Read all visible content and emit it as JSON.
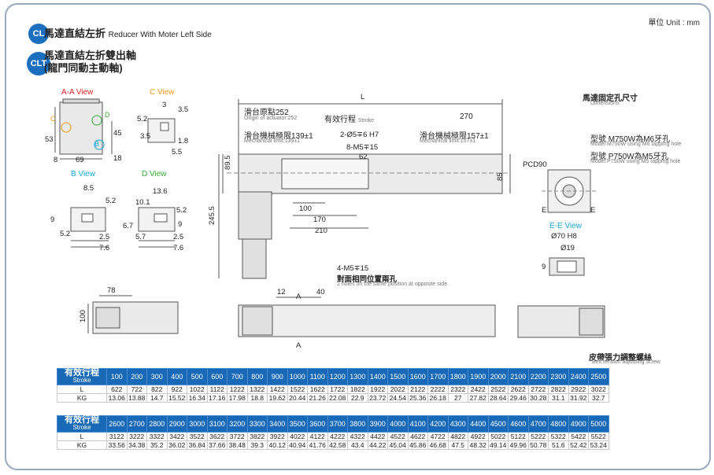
{
  "unit_label": "單位 Unit : mm",
  "cl": {
    "badge": "CL",
    "title": "馬達直結左折",
    "title_en": "Reducer With Moter Left Side"
  },
  "clt": {
    "badge": "CLT",
    "title_line1": "馬達直結左折雙出軸",
    "title_line2": "(龍門同動主動軸)"
  },
  "views": {
    "aa": "A-A View",
    "c": "C View",
    "b": "B View",
    "d": "D View",
    "ee": "E-E View"
  },
  "view_letters": {
    "c": "C",
    "d": "D",
    "b": "B"
  },
  "aa_dims": {
    "d53": "53",
    "d8": "8",
    "d69": "69",
    "d45": "45",
    "d18": "18"
  },
  "c_dims": {
    "d3": "3",
    "d35": "3.5",
    "d52": "5.2",
    "d35b": "3.5",
    "d18": "1.8",
    "d55": "5.5"
  },
  "b_dims": {
    "d85": "8.5",
    "d52": "5.2",
    "d9": "9",
    "d52b": "5.2",
    "d25": "2.5",
    "d76": "7.6"
  },
  "d_dims": {
    "d136": "13.6",
    "d101": "10.1",
    "d52": "5.2",
    "d67": "6.7",
    "d9": "9",
    "d57": "5.7",
    "d25": "2.5",
    "d76": "7.6"
  },
  "main_dims": {
    "L": "L",
    "origin": "滑台原點252",
    "origin_en": "Origin of actuator:252",
    "stroke": "有效行程",
    "stroke_en": "Stroke",
    "d270": "270",
    "mech1": "滑台機械極限139±1",
    "mech1_en": "Mechanical limit:139±1",
    "mech2": "滑台機械極限157±1",
    "mech2_en": "Mechanical limit:157±1",
    "pin": "2-Ø5∓6 H7",
    "screw": "8-M5∓15",
    "d62": "62",
    "d895": "89.5",
    "d2455": "245.5",
    "d85": "85",
    "d100": "100",
    "d170": "170",
    "d210": "210"
  },
  "fix_hole": {
    "title": "馬達固定孔尺寸",
    "title_en": "Dimensions",
    "m750w": "型號 M750W為M6牙孔",
    "m750w_en": "Model M750W using M6 tapping hole",
    "p750w": "型號 P750W為M5牙孔",
    "p750w_en": "Model P750W using M5 tapping hole",
    "pcd": "PCD90",
    "e1": "E",
    "e2": "E"
  },
  "ee": {
    "d70": "Ø70 H8",
    "d19": "Ø19",
    "d9": "9"
  },
  "bottom": {
    "d78": "78",
    "d100": "100",
    "d12": "12",
    "d40": "40",
    "a1": "A",
    "a2": "A",
    "holes": "4-M5∓15",
    "holes2": "對面相同位置兩孔",
    "holes_en": "2 holes on the same position at opposite side.",
    "belt": "皮帶張力調整螺絲",
    "belt_en": "Belt tension adjusting screw"
  },
  "table": {
    "header_label": "有效行程",
    "header_en": "Stroke",
    "row_L": "L",
    "row_KG": "KG",
    "part1": {
      "stroke": [
        "100",
        "200",
        "300",
        "400",
        "500",
        "600",
        "700",
        "800",
        "900",
        "1000",
        "1100",
        "1200",
        "1300",
        "1400",
        "1500",
        "1600",
        "1700",
        "1800",
        "1900",
        "2000",
        "2100",
        "2200",
        "2300",
        "2400",
        "2500"
      ],
      "L": [
        "622",
        "722",
        "822",
        "922",
        "1022",
        "1122",
        "1222",
        "1322",
        "1422",
        "1522",
        "1622",
        "1722",
        "1822",
        "1922",
        "2022",
        "2122",
        "2222",
        "2322",
        "2422",
        "2522",
        "2622",
        "2722",
        "2822",
        "2922",
        "3022"
      ],
      "KG": [
        "13.06",
        "13.88",
        "14.7",
        "15.52",
        "16.34",
        "17.16",
        "17.98",
        "18.8",
        "19.62",
        "20.44",
        "21.26",
        "22.08",
        "22.9",
        "23.72",
        "24.54",
        "25.36",
        "26.18",
        "27",
        "27.82",
        "28.64",
        "29.46",
        "30.28",
        "31.1",
        "31.92",
        "32.7"
      ]
    },
    "part2": {
      "stroke": [
        "2600",
        "2700",
        "2800",
        "2900",
        "3000",
        "3100",
        "3200",
        "3300",
        "3400",
        "3500",
        "3600",
        "3700",
        "3800",
        "3900",
        "4000",
        "4100",
        "4200",
        "4300",
        "4400",
        "4500",
        "4600",
        "4700",
        "4800",
        "4900",
        "5000"
      ],
      "L": [
        "3122",
        "3222",
        "3322",
        "3422",
        "3522",
        "3622",
        "3722",
        "3822",
        "3922",
        "4022",
        "4122",
        "4222",
        "4322",
        "4422",
        "4522",
        "4622",
        "4722",
        "4822",
        "4922",
        "5022",
        "5122",
        "5222",
        "5322",
        "5422",
        "5522"
      ],
      "KG": [
        "33.56",
        "34.38",
        "35.2",
        "36.02",
        "36.84",
        "37.66",
        "38.48",
        "39.3",
        "40.12",
        "40.94",
        "41.76",
        "42.58",
        "43.4",
        "44.22",
        "45.04",
        "45.86",
        "46.68",
        "47.5",
        "48.32",
        "49.14",
        "49.96",
        "50.78",
        "51.6",
        "52.42",
        "53.24"
      ]
    }
  },
  "colors": {
    "badge": "#1c6fbe",
    "header": "#1869b8",
    "red": "#e0262a",
    "orange": "#f39a1d",
    "cyan": "#1aa6d8",
    "green": "#3aaa3a"
  }
}
